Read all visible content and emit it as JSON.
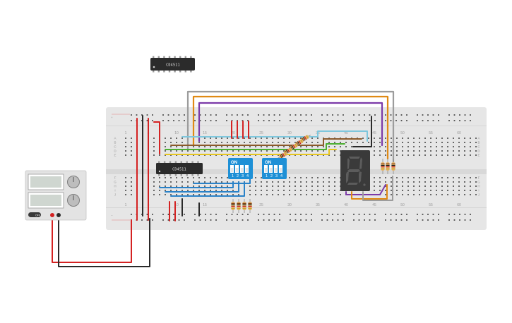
{
  "floating_chip": {
    "label": "CD4511"
  },
  "board_chip": {
    "label": "CD4511"
  },
  "breadboard": {
    "column_numbers": [
      "1",
      "5",
      "10",
      "15",
      "20",
      "25",
      "30",
      "35",
      "40",
      "45",
      "50",
      "55",
      "60"
    ],
    "row_letters_top": [
      "A",
      "B",
      "C",
      "D",
      "E"
    ],
    "row_letters_bottom": [
      "F",
      "G",
      "H",
      "I",
      "J"
    ],
    "rail_plus": "+",
    "rail_minus": "−"
  },
  "dip_switch_1": {
    "on_label": "ON",
    "numbers": [
      "1",
      "2",
      "3",
      "4"
    ]
  },
  "dip_switch_2": {
    "on_label": "ON",
    "numbers": [
      "1",
      "2",
      "3",
      "4"
    ]
  },
  "seven_segment": {
    "digit": "8"
  },
  "power_supply": {
    "button_label": "OFF"
  },
  "colors": {
    "breadboard": "#e6e6e6",
    "dip_blue": "#1e90d6",
    "wire_red": "#d42222",
    "wire_black": "#2a2a2a",
    "wire_gray": "#9c9c9c",
    "wire_orange": "#e08a14",
    "wire_purple": "#7c3aa8",
    "wire_lightblue": "#7fc7dd",
    "wire_brown": "#8b5a2b",
    "wire_green": "#4caf32",
    "wire_yellow": "#e6c620",
    "wire_blue": "#2a82c8"
  }
}
